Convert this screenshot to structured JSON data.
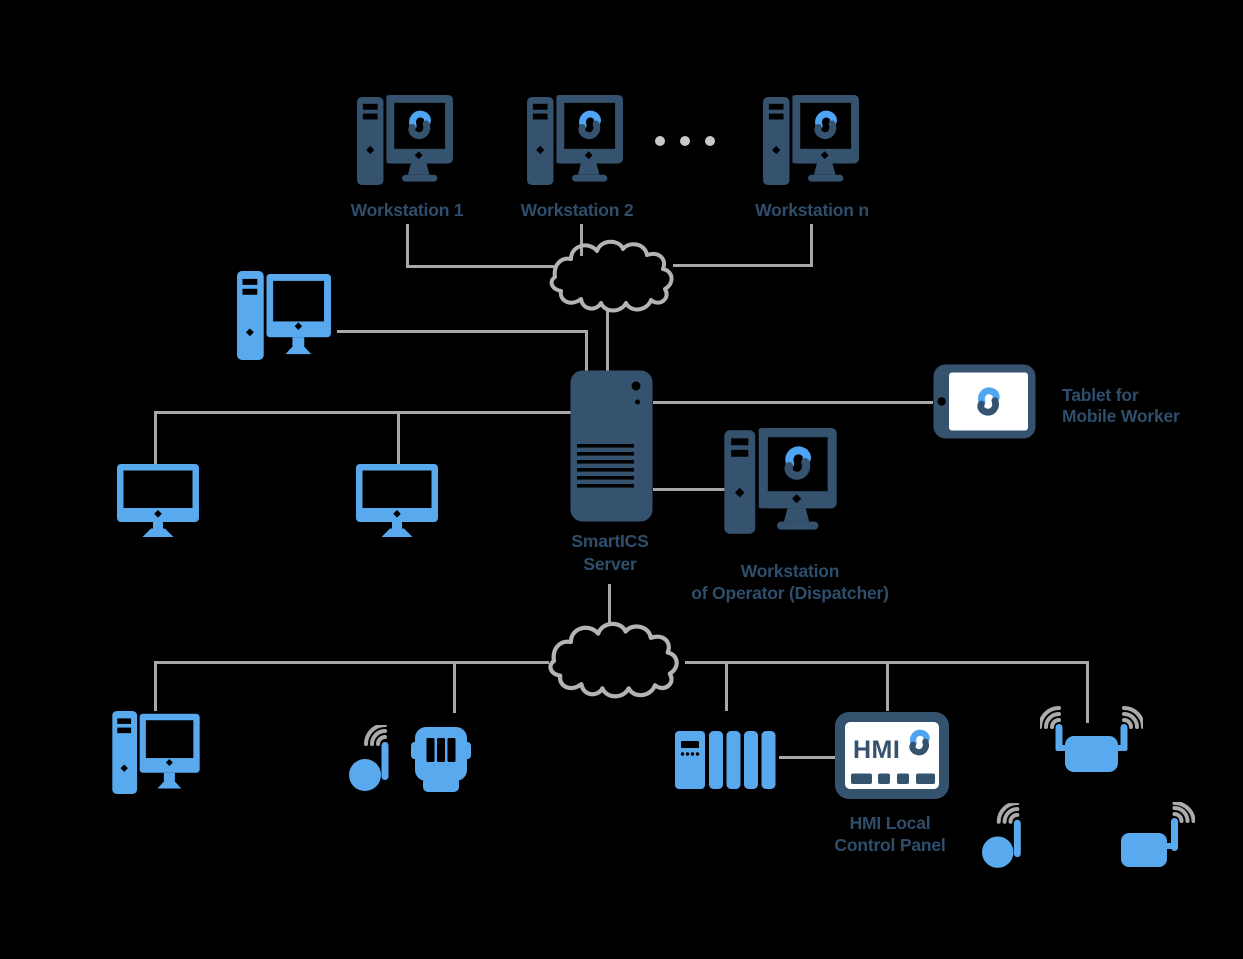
{
  "colors": {
    "icon_navy": "#35536F",
    "icon_blue": "#58A9EE",
    "logo_blue": "#4FA5F4",
    "label_navy": "#2E4E6C",
    "line_gray": "#A8A8A8",
    "cloud_gray": "#B4B4B4",
    "ellipsis_gray": "#C9C9C9",
    "background": "#000000"
  },
  "nodes": {
    "workstation_1": {
      "label": "Workstation 1"
    },
    "workstation_2": {
      "label": "Workstation 2"
    },
    "workstation_n": {
      "label": "Workstation n"
    },
    "server": {
      "label_line1": "SmartICS",
      "label_line2": "Server"
    },
    "operator_workstation": {
      "label_line1": "Workstation",
      "label_line2": "of Operator (Dispatcher)"
    },
    "tablet": {
      "label_line1": "Tablet for",
      "label_line2": "Mobile Worker"
    },
    "hmi_panel": {
      "screen_text": "HMI",
      "label_line1": "HMI Local",
      "label_line2": "Control Panel"
    }
  },
  "icons": {
    "workstation": "desktop-pc-with-s-logo-screen",
    "desktop_computer": "blue-desktop-pc",
    "monitor": "blue-monitor",
    "server": "server-tower",
    "cloud": "network-cloud-outline",
    "tablet": "tablet-with-s-logo",
    "plc": "plc-controller-rack",
    "hmi": "hmi-local-control-panel",
    "wireless_sensor": "wireless-sensor-ball-antenna",
    "smart_meter": "smart-meter",
    "wireless_router": "wireless-router-two-antennas",
    "wireless_device": "wireless-box-antenna",
    "ellipsis": "three-dots-more-workstations"
  }
}
